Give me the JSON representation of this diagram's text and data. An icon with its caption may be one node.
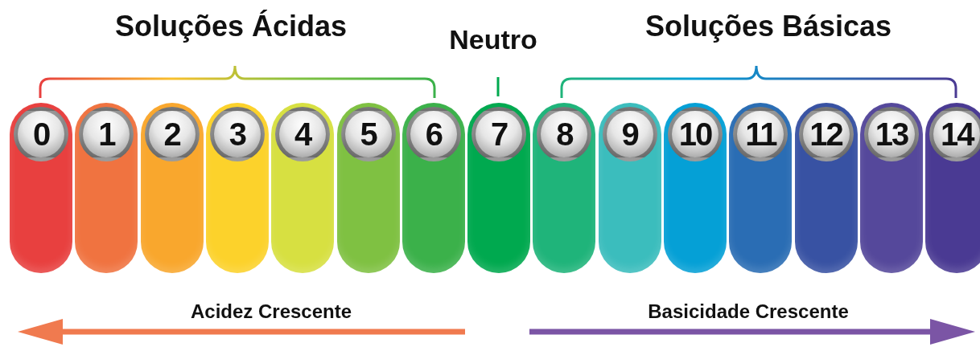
{
  "diagram": {
    "nodes": [
      {
        "text": [
          "0"
        ]
      },
      {
        "text": [
          "1"
        ]
      },
      {
        "text": [
          "2"
        ]
      },
      {
        "text": [
          "3"
        ]
      },
      {
        "text": [
          "4"
        ]
      },
      {
        "text": [
          "5"
        ]
      },
      {
        "text": [
          "6"
        ]
      },
      {
        "text": [
          "7"
        ]
      },
      {
        "text": [
          "8"
        ]
      },
      {
        "text": [
          "9"
        ]
      },
      {
        "text": [
          "10"
        ]
      },
      {
        "text": [
          "11"
        ]
      },
      {
        "text": [
          "12"
        ]
      },
      {
        "text": [
          "13"
        ]
      },
      {
        "text": [
          "14"
        ]
      }
    ],
    "edges": [],
    "labels": [
      "Soluções Ácidas",
      "Neutro",
      "Soluções Básicas",
      "Acidez Crescente",
      "Basicidade Crescente"
    ]
  }
}
